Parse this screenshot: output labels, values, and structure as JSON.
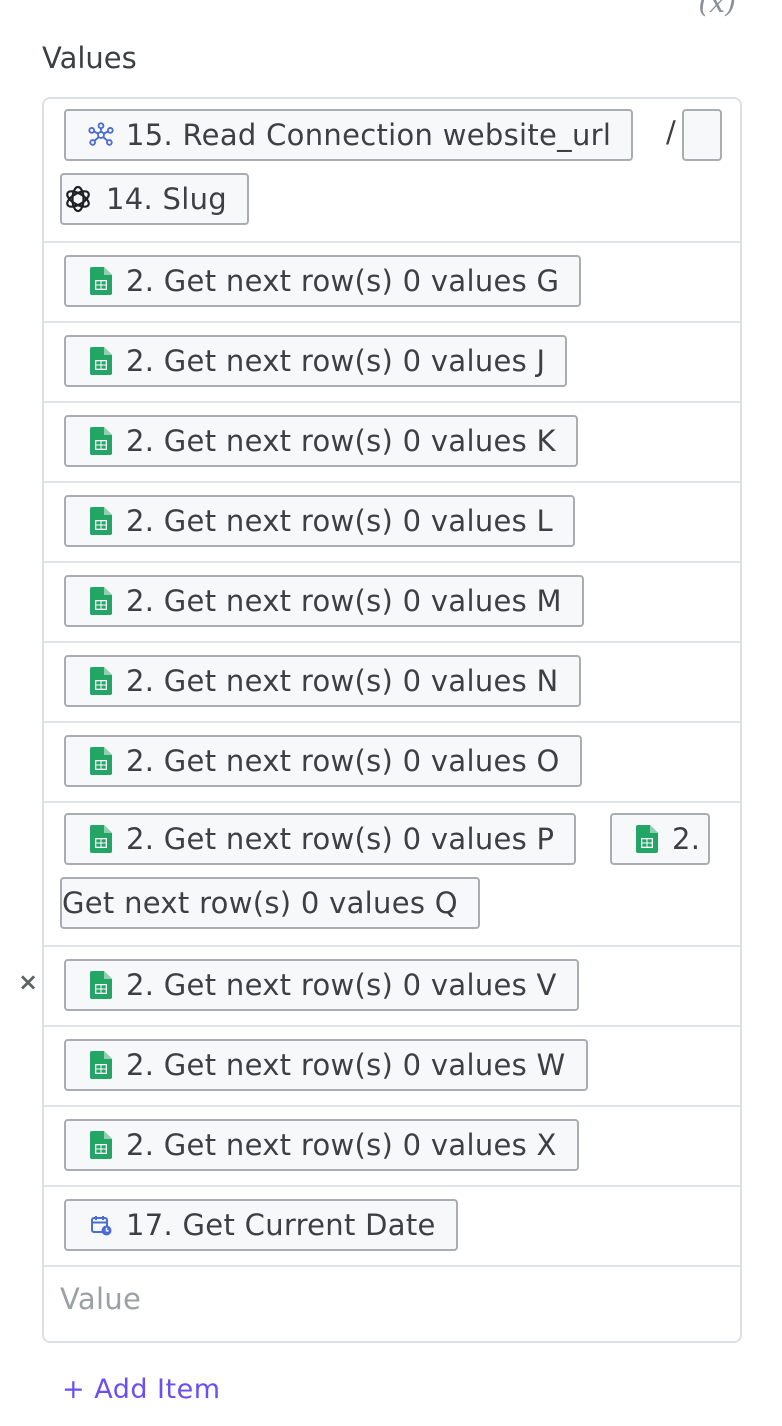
{
  "fx_label": "(x)",
  "section_title": "Values",
  "remove_symbol": "×",
  "separator": "/",
  "placeholder": "Value",
  "add_item_label": "+ Add Item",
  "pills": {
    "read_connection": "15. Read Connection website_url",
    "slug": "14. Slug",
    "g": "2. Get next row(s) 0 values G",
    "j": "2. Get next row(s) 0 values J",
    "k": "2. Get next row(s) 0 values K",
    "l": "2. Get next row(s) 0 values L",
    "m": "2. Get next row(s) 0 values M",
    "n": "2. Get next row(s) 0 values N",
    "o": "2. Get next row(s) 0 values O",
    "p": "2. Get next row(s) 0 values P",
    "q_start": "2.",
    "q_end": "Get next row(s) 0 values Q",
    "v": "2. Get next row(s) 0 values V",
    "w": "2. Get next row(s) 0 values W",
    "x": "2. Get next row(s) 0 values X",
    "date": "17. Get Current Date"
  },
  "icons": {
    "network": "network-icon",
    "openai": "openai-icon",
    "sheets": "google-sheets-icon",
    "date": "calendar-clock-icon"
  },
  "colors": {
    "sheets_green": "#23a566",
    "network_blue": "#4b6bd6",
    "accent_purple": "#6a4ff2"
  }
}
